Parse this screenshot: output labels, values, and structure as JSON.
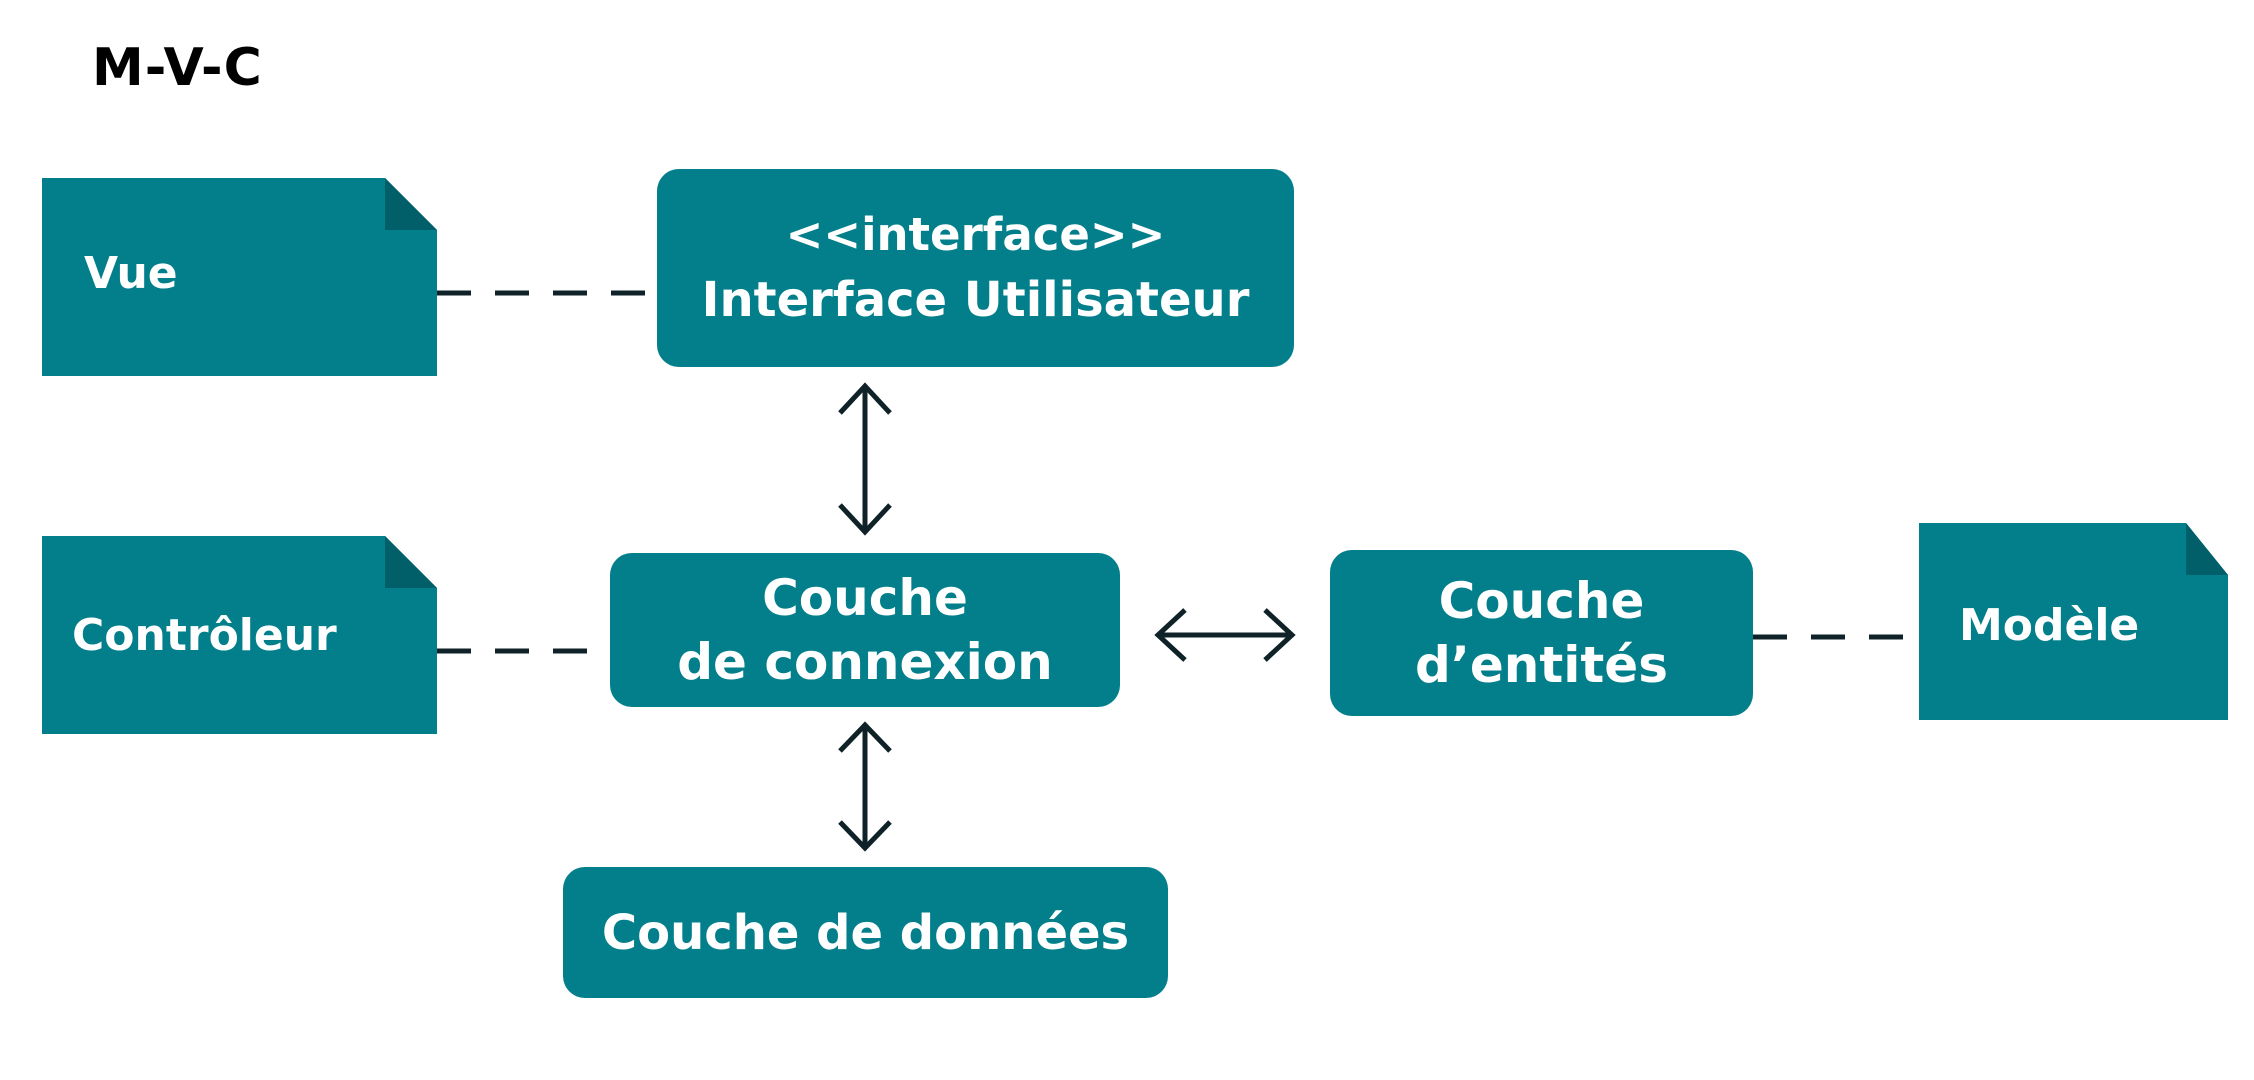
{
  "title": "M-V-C",
  "colors": {
    "box_fill": "#027f8a",
    "note_fold": "#015f69",
    "connector": "#0f2227",
    "text": "#ffffff",
    "title_text": "#000000"
  },
  "notes": {
    "vue": "Vue",
    "controleur": "Contrôleur",
    "modele": "Modèle"
  },
  "boxes": {
    "interface_stereotype": "<<interface>>",
    "interface_name": "Interface Utilisateur",
    "connexion_line1": "Couche",
    "connexion_line2": "de connexion",
    "entites_line1": "Couche",
    "entites_line2": "d’entités",
    "donnees": "Couche de données"
  }
}
